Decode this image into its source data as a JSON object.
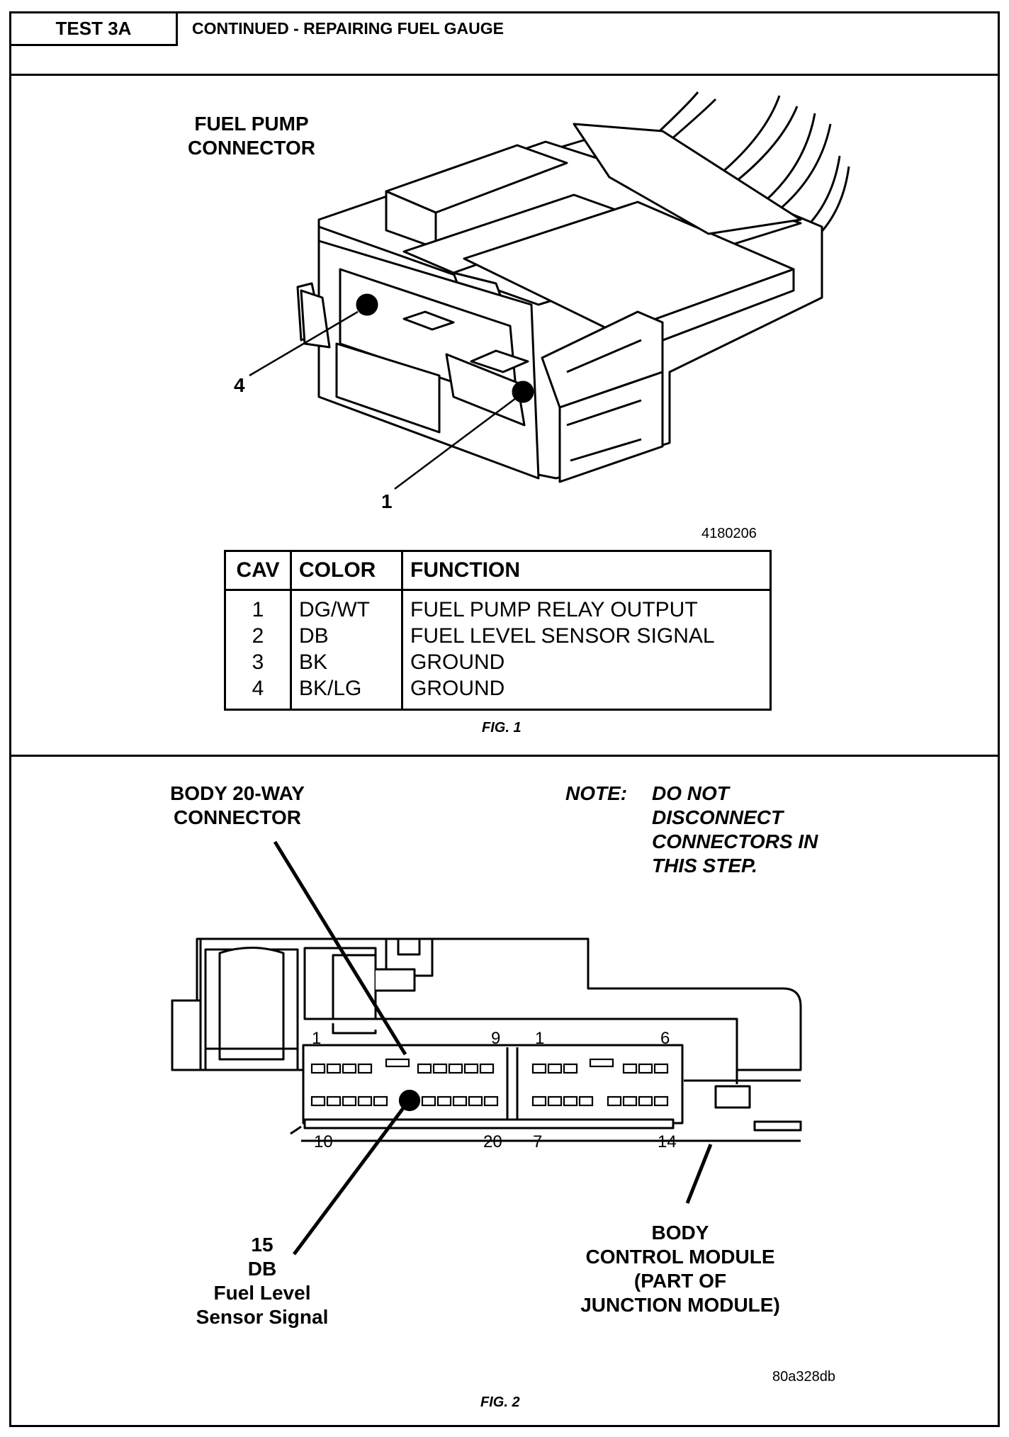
{
  "header": {
    "test_id": "TEST 3A",
    "title": "CONTINUED - REPAIRING FUEL GAUGE"
  },
  "fig1": {
    "connector_label_line1": "FUEL PUMP",
    "connector_label_line2": "CONNECTOR",
    "callout_4": "4",
    "callout_1": "1",
    "part_number": "4180206",
    "table": {
      "headers": [
        "CAV",
        "COLOR",
        "FUNCTION"
      ],
      "rows": [
        [
          "1",
          "DG/WT",
          "FUEL PUMP RELAY OUTPUT"
        ],
        [
          "2",
          "DB",
          "FUEL LEVEL SENSOR SIGNAL"
        ],
        [
          "3",
          "BK",
          "GROUND"
        ],
        [
          "4",
          "BK/LG",
          "GROUND"
        ]
      ]
    },
    "caption": "FIG. 1"
  },
  "fig2": {
    "connector_label_line1": "BODY 20-WAY",
    "connector_label_line2": "CONNECTOR",
    "note_prefix": "NOTE:",
    "note_lines": [
      "DO NOT",
      "DISCONNECT",
      "CONNECTORS IN",
      "THIS STEP."
    ],
    "pin_labels": {
      "p1a": "1",
      "p9": "9",
      "p1b": "1",
      "p6": "6",
      "p10": "10",
      "p20": "20",
      "p7": "7",
      "p14": "14"
    },
    "pin_callout_lines": [
      "15",
      "DB",
      "Fuel Level",
      "Sensor Signal"
    ],
    "module_label_lines": [
      "BODY",
      "CONTROL MODULE",
      "(PART OF",
      "JUNCTION MODULE)"
    ],
    "part_number": "80a328db",
    "caption": "FIG. 2"
  }
}
